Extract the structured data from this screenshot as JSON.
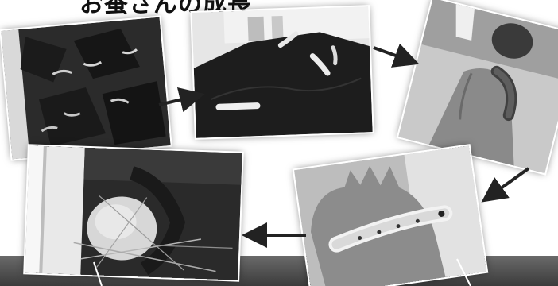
{
  "title": "お蚕さんの成長",
  "photos": [
    {
      "name": "young-silkworms-on-leaves"
    },
    {
      "name": "larvae-on-mulberry-leaves"
    },
    {
      "name": "silkworm-on-hand-small"
    },
    {
      "name": "cocoon-in-straw"
    },
    {
      "name": "mature-silkworm-on-palm"
    }
  ],
  "arrows": [
    "photo1-to-photo2",
    "photo2-to-photo3",
    "photo3-to-photo5",
    "photo5-to-photo4"
  ],
  "colors": {
    "band": "#4a4a4a",
    "arrow": "#222222",
    "background": "#ffffff"
  }
}
